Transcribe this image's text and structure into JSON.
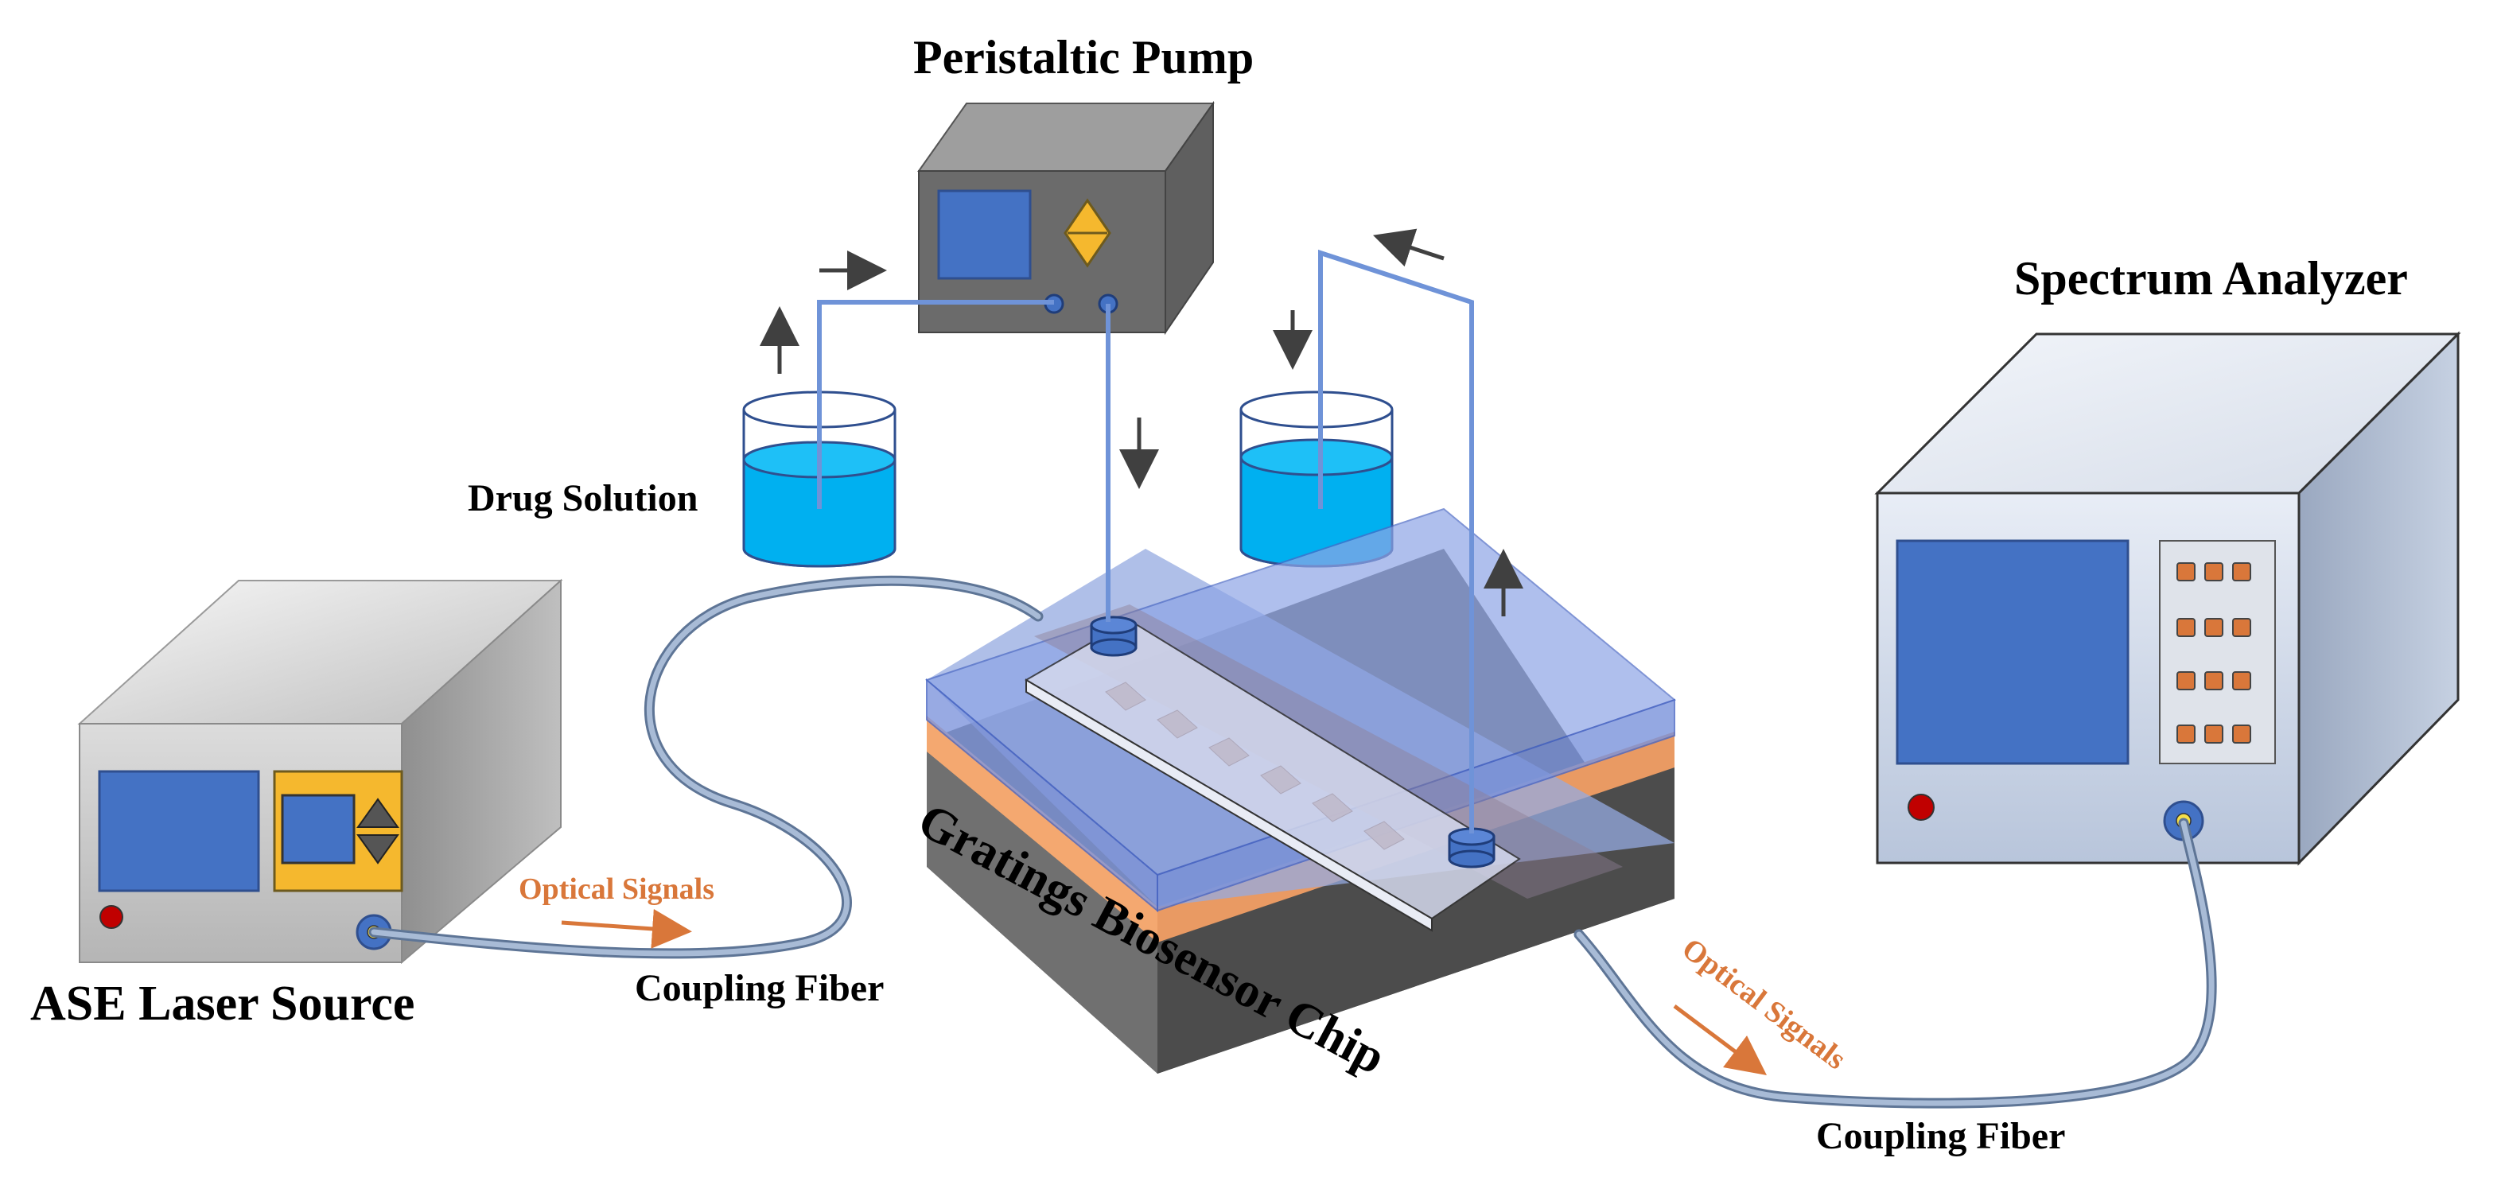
{
  "labels": {
    "peristaltic_pump": "Peristaltic Pump",
    "spectrum_analyzer": "Spectrum Analyzer",
    "drug_solution": "Drug Solution",
    "ase_laser_source": "ASE Laser Source",
    "coupling_fiber_left": "Coupling Fiber",
    "coupling_fiber_right": "Coupling Fiber",
    "optical_signals_left": "Optical Signals",
    "optical_signals_right": "Optical Signals",
    "chip": "Gratings Biosensor Chip"
  },
  "colors": {
    "instrument_screen": "#4472c4",
    "pump_control": "#f5b82e",
    "liquid": "#00b0f0",
    "tube": "#6f93d8",
    "fiber": "#8ea6c8",
    "signal_text": "#d9773a",
    "chip_cladding": "#6c8fe0",
    "chip_orange_layer": "#f4a870",
    "chip_substrate": "#5a5a5a",
    "indicator_red": "#c00000"
  }
}
